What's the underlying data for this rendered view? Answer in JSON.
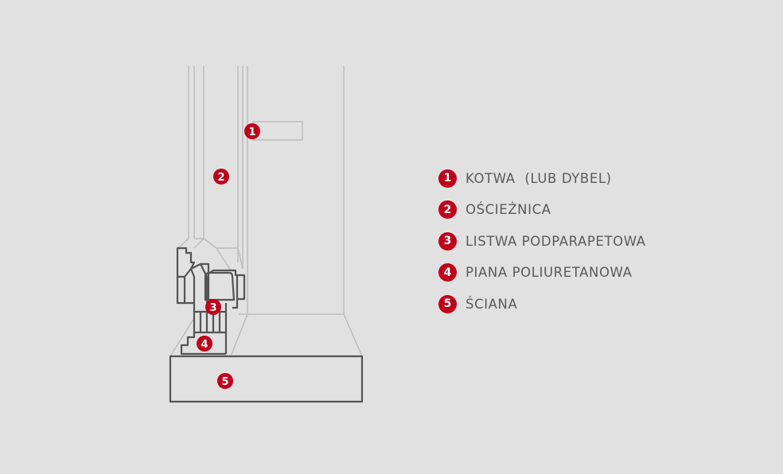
{
  "colors": {
    "background": "#e1e1e1",
    "accent": "#c0001a",
    "line": "#545454",
    "text": "#5a5a5a"
  },
  "markers": [
    "1",
    "2",
    "3",
    "4",
    "5"
  ],
  "legend": [
    {
      "number": "1",
      "label": "KOTWA  (LUB DYBEL)"
    },
    {
      "number": "2",
      "label": "OŚCIEŻNICA"
    },
    {
      "number": "3",
      "label": "LISTWA PODPARAPETOWA"
    },
    {
      "number": "4",
      "label": "PIANA POLIURETANOWA"
    },
    {
      "number": "5",
      "label": "ŚCIANA"
    }
  ]
}
